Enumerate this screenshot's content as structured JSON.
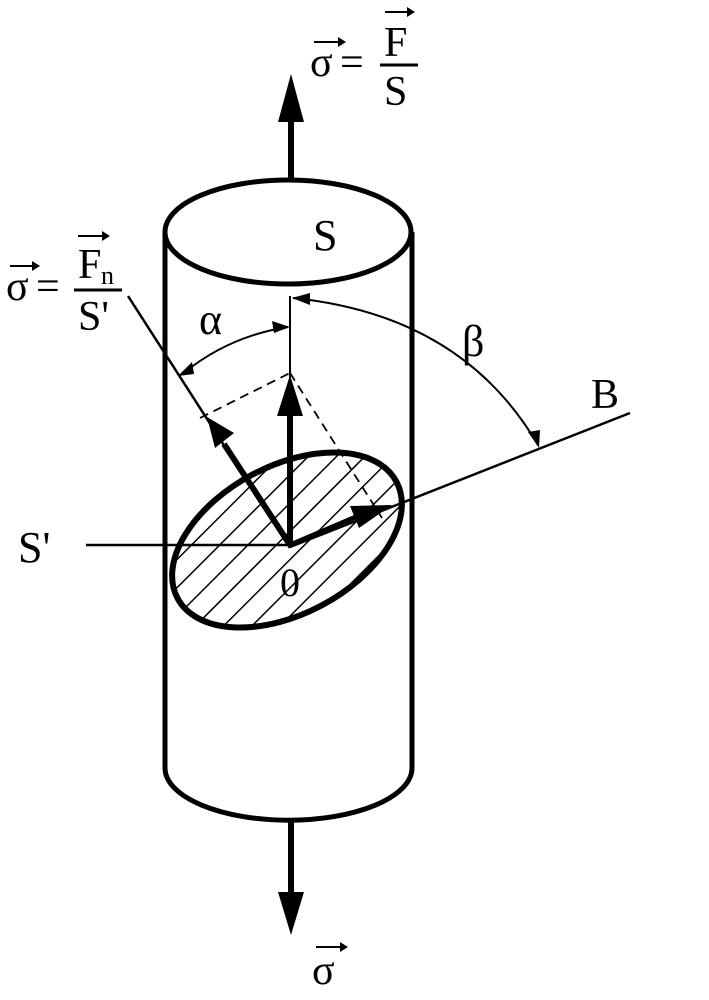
{
  "labels": {
    "top_formula": {
      "sigma": "σ",
      "equals": "=",
      "numerator": "F",
      "denominator": "S"
    },
    "area_top": "S",
    "side_formula": {
      "sigma": "σ",
      "equals": "=",
      "numerator": "F",
      "subscript": "n",
      "denominator": "S'"
    },
    "alpha": "α",
    "beta": "β",
    "axis_b": "B",
    "area_inclined": "S'",
    "origin": "0",
    "bottom_sigma": "σ"
  }
}
